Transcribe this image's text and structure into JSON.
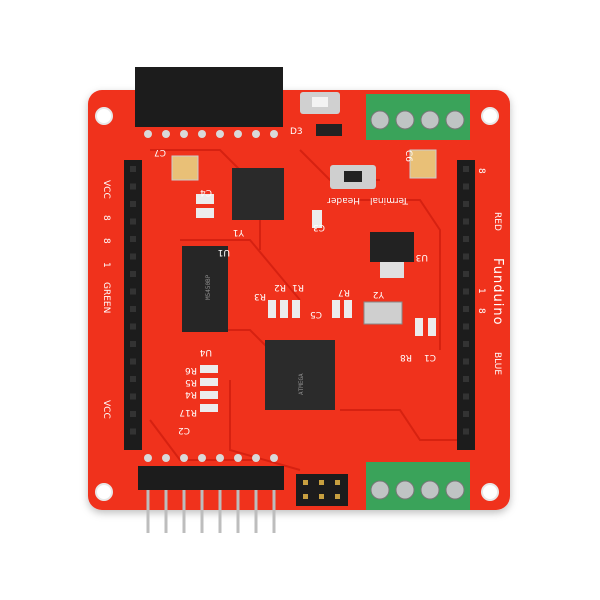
{
  "board": {
    "brand": "Funduino",
    "colors": {
      "pcb": "#f0321e",
      "trace": "#d8200f",
      "header": "#1c1c1c",
      "terminal": "#3aa35a",
      "background": "#ffffff"
    },
    "labels": {
      "red": "RED",
      "blue": "BLUE",
      "green": "GREEN",
      "vcc_top": "VCC",
      "vcc_bottom": "VCC",
      "header": "Header",
      "terminal": "Terminal",
      "pin8_top": "8",
      "pin1_mid": "1",
      "pin8_mid": "8",
      "left_8": "8",
      "left_1": "1",
      "left_8b": "8"
    },
    "refdes": {
      "c1": "C1",
      "c2": "C2",
      "c3": "C3",
      "c4": "C4",
      "c5": "C5",
      "c6": "C6",
      "c7": "C7",
      "r1": "R1",
      "r2": "R2",
      "r3": "R3",
      "r4": "R4",
      "r5": "R5",
      "r6": "R6",
      "r7": "R7",
      "r8": "R8",
      "r17": "R17",
      "u1": "U1",
      "u3": "U3",
      "u4": "U4",
      "y1": "Y1",
      "y2": "Y2",
      "d3": "D3"
    },
    "chips": {
      "shift_register": "M5450BP",
      "mcu": "ATMEGA"
    }
  }
}
